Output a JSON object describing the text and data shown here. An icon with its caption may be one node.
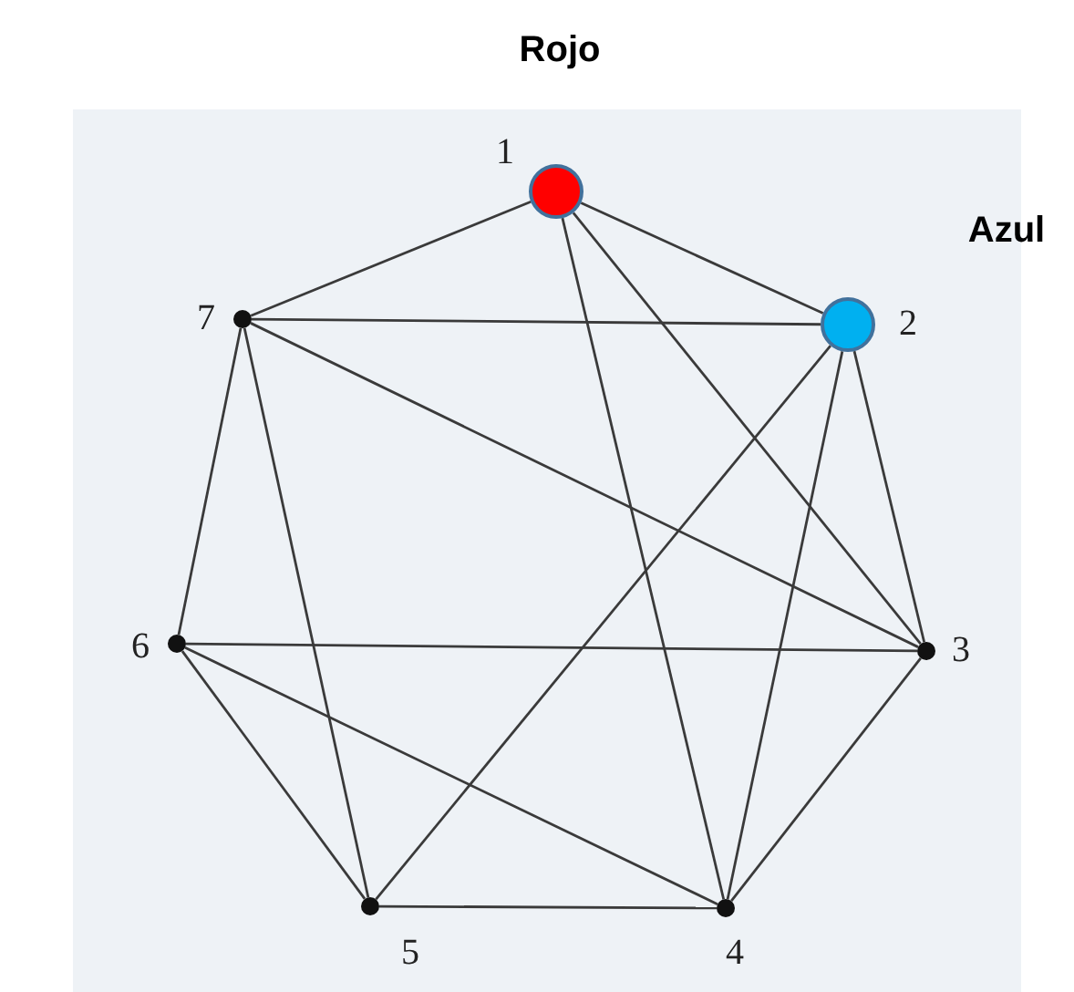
{
  "diagram": {
    "nodes": [
      {
        "text": [],
        "shape": "circle",
        "beside": [
          "1",
          "Rojo"
        ]
      },
      {
        "text": [],
        "shape": "circle",
        "beside": [
          "2",
          "Azul"
        ]
      },
      {
        "text": [],
        "shape": "circle",
        "beside": [
          "3"
        ]
      },
      {
        "text": [],
        "shape": "circle",
        "beside": [
          "4"
        ]
      },
      {
        "text": [],
        "shape": "circle",
        "beside": [
          "5"
        ]
      },
      {
        "text": [],
        "shape": "circle",
        "beside": [
          "6"
        ]
      },
      {
        "text": [],
        "shape": "circle",
        "beside": [
          "7"
        ]
      }
    ],
    "edges": [
      {
        "from": 0,
        "to": 6,
        "arrow": "none"
      },
      {
        "from": 0,
        "to": 1,
        "arrow": "none"
      },
      {
        "from": 0,
        "to": 3,
        "arrow": "none"
      },
      {
        "from": 0,
        "to": 2,
        "arrow": "none"
      },
      {
        "from": 6,
        "to": 1,
        "arrow": "none"
      },
      {
        "from": 6,
        "to": 2,
        "arrow": "none"
      },
      {
        "from": 6,
        "to": 5,
        "arrow": "none"
      },
      {
        "from": 6,
        "to": 4,
        "arrow": "none"
      },
      {
        "from": 1,
        "to": 2,
        "arrow": "none"
      },
      {
        "from": 1,
        "to": 3,
        "arrow": "none"
      },
      {
        "from": 1,
        "to": 4,
        "arrow": "none"
      },
      {
        "from": 5,
        "to": 2,
        "arrow": "none"
      },
      {
        "from": 5,
        "to": 3,
        "arrow": "none"
      },
      {
        "from": 5,
        "to": 4,
        "arrow": "none"
      },
      {
        "from": 4,
        "to": 3,
        "arrow": "none"
      },
      {
        "from": 2,
        "to": 3,
        "arrow": "none"
      }
    ]
  }
}
